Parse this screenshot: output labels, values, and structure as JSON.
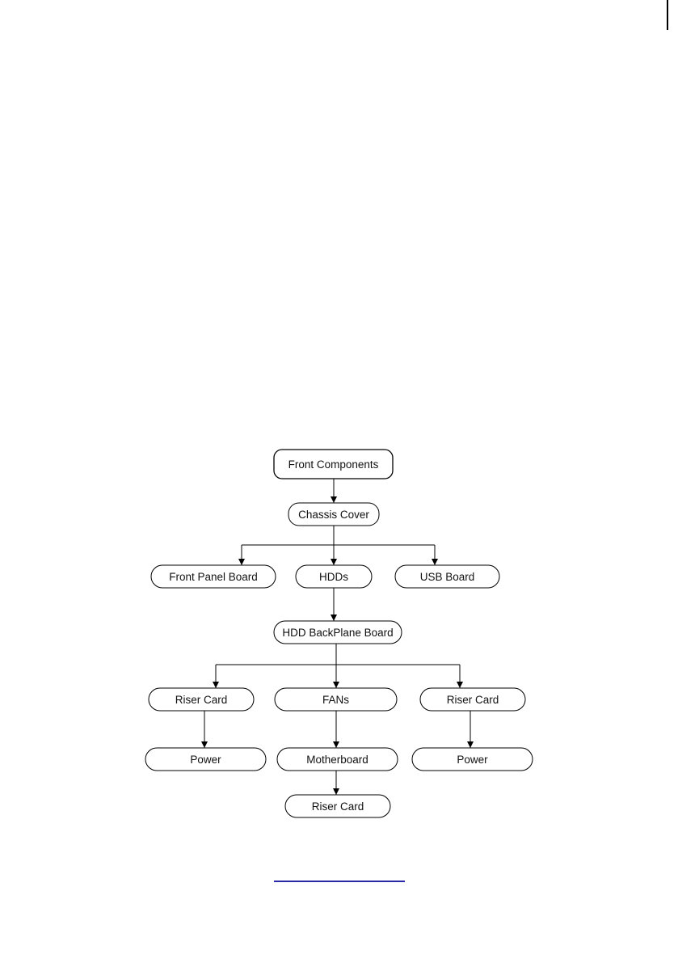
{
  "diagram": {
    "root_fill": "#d8c8c6",
    "nodes": [
      {
        "id": "front-components",
        "label": "Front Components"
      },
      {
        "id": "chassis-cover",
        "label": "Chassis Cover"
      },
      {
        "id": "front-panel-board",
        "label": "Front Panel Board"
      },
      {
        "id": "hdds",
        "label": "HDDs"
      },
      {
        "id": "usb-board",
        "label": "USB Board"
      },
      {
        "id": "hdd-backplane-board",
        "label": "HDD BackPlane Board"
      },
      {
        "id": "riser-card-left",
        "label": "Riser Card"
      },
      {
        "id": "fans",
        "label": "FANs"
      },
      {
        "id": "riser-card-right",
        "label": "Riser Card"
      },
      {
        "id": "power-left",
        "label": "Power"
      },
      {
        "id": "motherboard",
        "label": "Motherboard"
      },
      {
        "id": "power-right",
        "label": "Power"
      },
      {
        "id": "riser-card-bottom",
        "label": "Riser Card"
      }
    ],
    "edges": [
      {
        "from": "front-components",
        "to": "chassis-cover"
      },
      {
        "from": "chassis-cover",
        "to": "front-panel-board"
      },
      {
        "from": "chassis-cover",
        "to": "hdds"
      },
      {
        "from": "chassis-cover",
        "to": "usb-board"
      },
      {
        "from": "hdds",
        "to": "hdd-backplane-board"
      },
      {
        "from": "hdd-backplane-board",
        "to": "riser-card-left"
      },
      {
        "from": "hdd-backplane-board",
        "to": "fans"
      },
      {
        "from": "hdd-backplane-board",
        "to": "riser-card-right"
      },
      {
        "from": "riser-card-left",
        "to": "power-left"
      },
      {
        "from": "fans",
        "to": "motherboard"
      },
      {
        "from": "riser-card-right",
        "to": "power-right"
      },
      {
        "from": "motherboard",
        "to": "riser-card-bottom"
      }
    ]
  }
}
